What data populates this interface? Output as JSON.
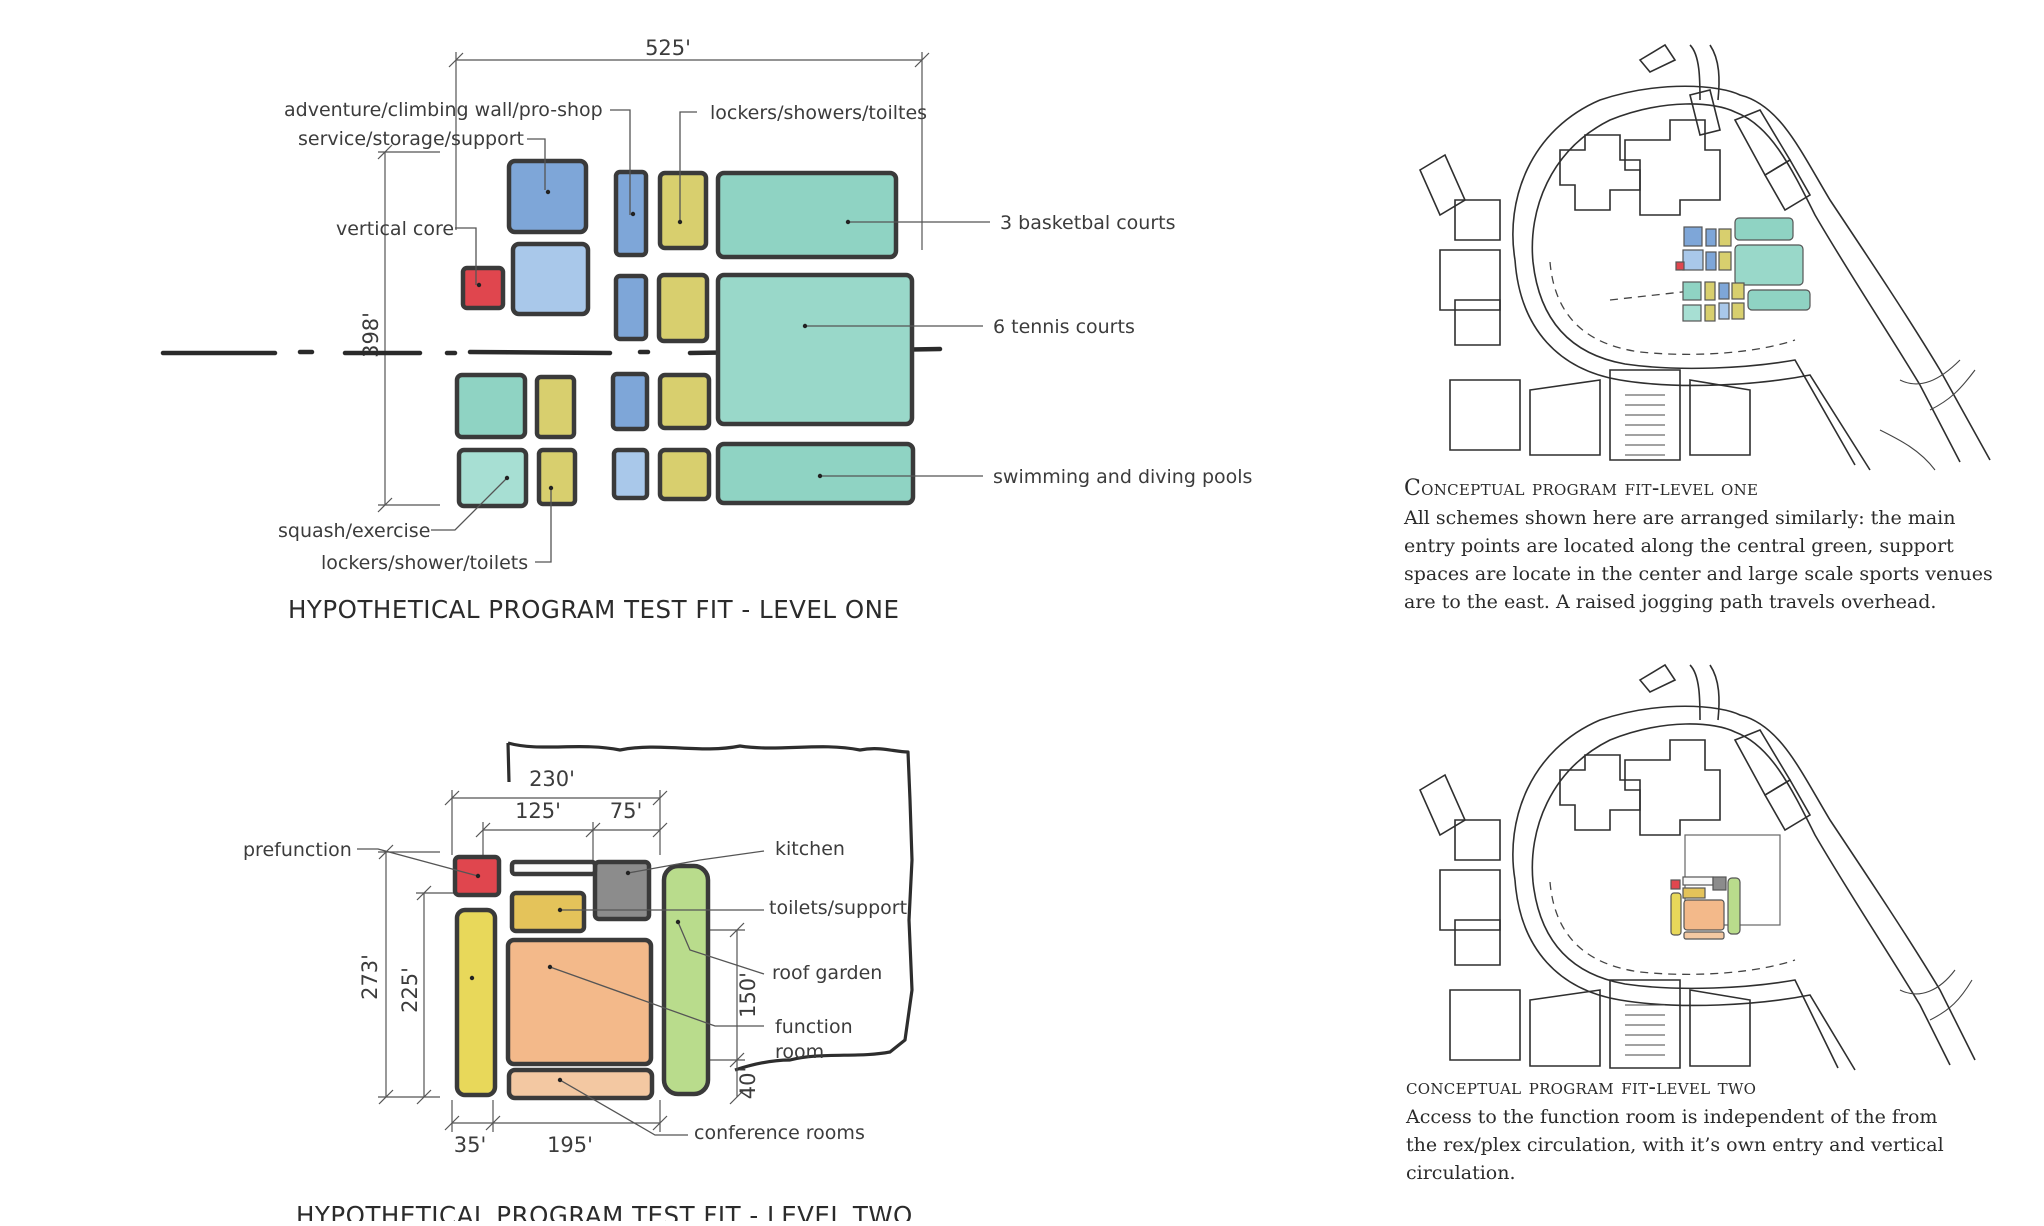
{
  "level_one": {
    "title": "HYPOTHETICAL PROGRAM TEST FIT - LEVEL ONE",
    "dims": {
      "width": "525'",
      "height": "398'"
    },
    "labels": {
      "adventure": "adventure/climbing wall/pro-shop",
      "service": "service/storage/support",
      "vertical_core": "vertical core",
      "lockers_top": "lockers/showers/toiltes",
      "basketball": "3 basketbal courts",
      "tennis": "6 tennis courts",
      "pools": "swimming and diving pools",
      "squash": "squash/exercise",
      "lockers_bottom": "lockers/shower/toilets"
    }
  },
  "level_two": {
    "title": "HYPOTHETICAL PROGRAM TEST FIT - LEVEL TWO",
    "dims": {
      "d230": "230'",
      "d125": "125'",
      "d75": "75'",
      "d273": "273'",
      "d225": "225'",
      "d150": "150'",
      "d40": "40'",
      "d35": "35'",
      "d195": "195'"
    },
    "labels": {
      "prefunction": "prefunction",
      "kitchen": "kitchen",
      "toilets": "toilets/support",
      "roof_garden": "roof garden",
      "function_1": "function",
      "function_2": "room",
      "conference": "conference rooms"
    }
  },
  "conceptual_one": {
    "caption": "Conceptual program fit-level one",
    "lines": [
      "All schemes shown here are arranged similarly: the main",
      "entry points are located along the central green, support",
      "spaces are locate in the center and large scale sports venues",
      "are to the east. A raised jogging path travels overhead."
    ]
  },
  "conceptual_two": {
    "caption": "conceptual program fit-level two",
    "lines": [
      "Access to the function room is independent of the from",
      "the rex/plex circulation, with it’s own entry and vertical",
      "circulation."
    ]
  },
  "colors": {
    "blue": "#7ea6d8",
    "yellow": "#d8cf6e",
    "teal": "#8fd3c3",
    "red": "#e0464e",
    "gray": "#8c8c8c",
    "orange": "#f3b98a",
    "green": "#b9dc8c"
  }
}
